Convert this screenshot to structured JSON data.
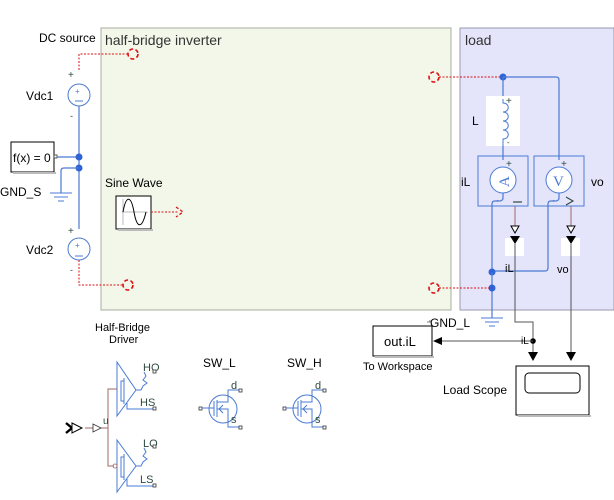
{
  "colors": {
    "phys_wire": "#4a7bd4",
    "junction": "#2f63d6",
    "signal_wire": "#555555",
    "unconnected": "#dd1111",
    "driver_signal": "#a06a6a",
    "inverter_area_fill": "#f2f7e9",
    "load_area_fill": "#e4e4fb"
  },
  "areas": {
    "inverter": {
      "title": "half-bridge inverter"
    },
    "load": {
      "title": "load"
    }
  },
  "blocks": {
    "dc_source": {
      "label": "DC source"
    },
    "vdc1": {
      "label": "Vdc1",
      "plus": "+",
      "minus": "-"
    },
    "vdc2": {
      "label": "Vdc2",
      "plus": "+",
      "minus": "-"
    },
    "solver": {
      "label": "f(x) = 0"
    },
    "gnd_s": {
      "label": "GND_S"
    },
    "sine_wave": {
      "label": "Sine Wave"
    },
    "inductor": {
      "label": "L",
      "plus": "+",
      "minus": "-"
    },
    "current_sensor": {
      "label": "iL",
      "plus": "+",
      "minus": "-"
    },
    "voltage_sensor": {
      "label": "vo",
      "plus": "+",
      "minus": "-"
    },
    "gnd_l": {
      "label": "GND_L"
    },
    "to_workspace": {
      "label": "To Workspace",
      "value": "out.iL"
    },
    "load_scope": {
      "label": "Load Scope"
    },
    "driver": {
      "label_line1": "Half-Bridge",
      "label_line2": "Driver",
      "input_port": "u",
      "ports": [
        "HO",
        "HS",
        "LO",
        "LS"
      ]
    },
    "sw_l": {
      "label": "SW_L",
      "drain": "d",
      "source": "s"
    },
    "sw_h": {
      "label": "SW_H",
      "drain": "d",
      "source": "s"
    }
  },
  "signals": {
    "il_inner": "iL",
    "vo_inner": "vo",
    "il_branch": "iL"
  }
}
